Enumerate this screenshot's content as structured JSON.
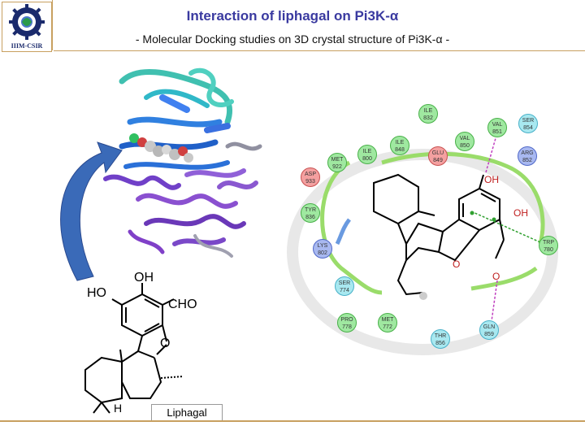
{
  "header": {
    "logo_text": "IIIM-CSIR",
    "title": "Interaction of liphagal on Pi3K-α",
    "subtitle": "- Molecular Docking studies on 3D crystal structure of Pi3K-α -"
  },
  "structure": {
    "label": "Liphagal",
    "atoms": {
      "ho": "HO",
      "oh": "OH",
      "cho": "CHO",
      "o": "O",
      "h": "H"
    }
  },
  "interaction_diagram": {
    "atom_labels": {
      "oh1": "OH",
      "oh2": "OH",
      "o1": "O",
      "o2": "O"
    },
    "residues": [
      {
        "name": "ILE",
        "num": "832",
        "color": "g"
      },
      {
        "name": "VAL",
        "num": "851",
        "color": "g"
      },
      {
        "name": "SER",
        "num": "854",
        "color": "c"
      },
      {
        "name": "VAL",
        "num": "850",
        "color": "g"
      },
      {
        "name": "ILE",
        "num": "848",
        "color": "g"
      },
      {
        "name": "ILE",
        "num": "800",
        "color": "g"
      },
      {
        "name": "MET",
        "num": "922",
        "color": "g"
      },
      {
        "name": "GLU",
        "num": "849",
        "color": "r"
      },
      {
        "name": "ARG",
        "num": "852",
        "color": "b"
      },
      {
        "name": "ASP",
        "num": "933",
        "color": "r"
      },
      {
        "name": "TYR",
        "num": "836",
        "color": "g"
      },
      {
        "name": "LYS",
        "num": "802",
        "color": "b"
      },
      {
        "name": "TRP",
        "num": "780",
        "color": "g"
      },
      {
        "name": "SER",
        "num": "774",
        "color": "c"
      },
      {
        "name": "PRO",
        "num": "778",
        "color": "g"
      },
      {
        "name": "MET",
        "num": "772",
        "color": "g"
      },
      {
        "name": "THR",
        "num": "856",
        "color": "c"
      },
      {
        "name": "GLN",
        "num": "859",
        "color": "c"
      }
    ]
  }
}
